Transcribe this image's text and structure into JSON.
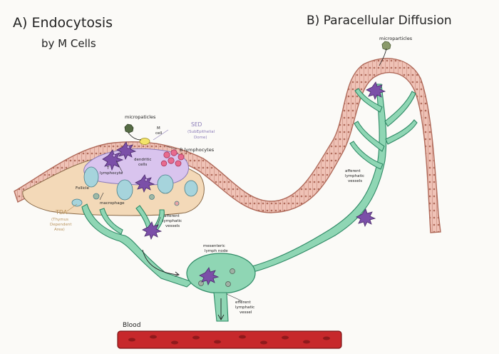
{
  "title_a_line1": "A) Endocytosis",
  "title_a_line2": "by M Cells",
  "title_b": "B) Paracellular Diffusion",
  "labels": {
    "micropaticles": "micropaticles",
    "m_cell_1": "M",
    "m_cell_2": "cell",
    "sed_1": "SED",
    "sed_2": "(SubEpithelial",
    "sed_3": "Dome)",
    "dendritic_1": "dendritic",
    "dendritic_2": "cells",
    "b_lymphocytes": "B lymphocytes",
    "t_lymphocyte_1": "T",
    "t_lymphocyte_2": "lymphocyte",
    "follicle": "Follicle",
    "macrophage": "macrophage",
    "tda_1": "TDA",
    "tda_2": "(Thymus",
    "tda_3": "Dependent",
    "tda_4": "Area)",
    "afferent_left_1": "afferent",
    "afferent_left_2": "lymphatic",
    "afferent_left_3": "vessels",
    "mesenteric_1": "mesenteric",
    "mesenteric_2": "lymph node",
    "efferent_1": "efferent",
    "efferent_2": "lymphatic",
    "efferent_3": "vessel",
    "blood": "Blood",
    "microparticles_right": "microparticles",
    "afferent_right_1": "afferent",
    "afferent_right_2": "lymphatic",
    "afferent_right_3": "vessels"
  },
  "colors": {
    "epithelium": "#e8b4a8",
    "epithelium_outline": "#b06a5a",
    "lymph_vessel": "#8fd6b4",
    "lymph_vessel_outline": "#2f8a66",
    "blood_vessel": "#c7282b",
    "dome": "#d9c4ee",
    "follicle_base": "#f3d9b8",
    "b_cell": "#e86a8e",
    "nucleus": "#a6d4dc",
    "dendritic_cell": "#7b4fa8",
    "m_cell": "#f3e46a"
  }
}
